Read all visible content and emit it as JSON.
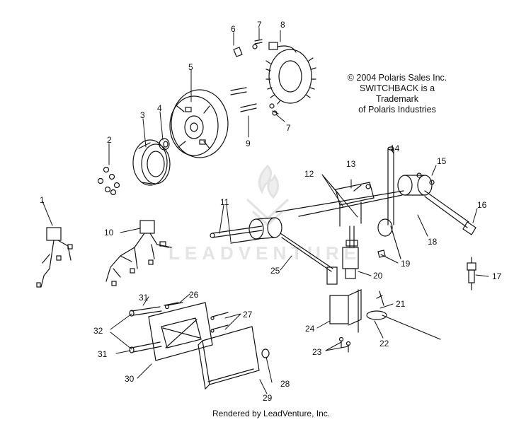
{
  "copyright": [
    "© 2004 Polaris Sales Inc.",
    "SWITCHBACK is a Trademark",
    "of Polaris Industries"
  ],
  "watermark": "LEADVENTURE",
  "footer": "Rendered by LeadVenture, Inc.",
  "callouts": {
    "c1": "1",
    "c2": "2",
    "c3": "3",
    "c4": "4",
    "c5": "5",
    "c6": "6",
    "c7a": "7",
    "c7b": "7",
    "c8": "8",
    "c9": "9",
    "c10": "10",
    "c11": "11",
    "c12": "12",
    "c13": "13",
    "c14": "14",
    "c15": "15",
    "c16": "16",
    "c17": "17",
    "c18": "18",
    "c19": "19",
    "c20": "20",
    "c21": "21",
    "c22": "22",
    "c23": "23",
    "c24": "24",
    "c25": "25",
    "c26": "26",
    "c27": "27",
    "c28": "28",
    "c29": "29",
    "c30": "30",
    "c31a": "31",
    "c31b": "31",
    "c32": "32"
  }
}
